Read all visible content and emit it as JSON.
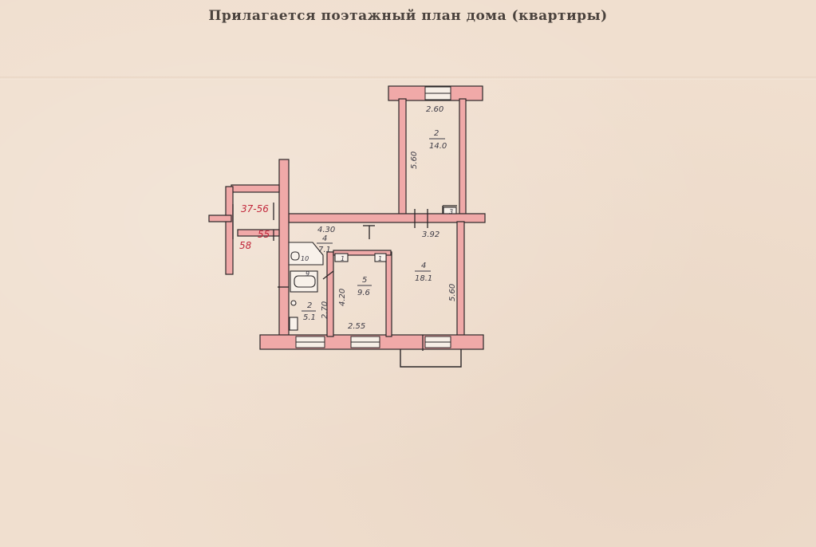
{
  "header": {
    "title": "Прилагается поэтажный план дома (квартиры)"
  },
  "plan": {
    "dimensions": {
      "room2_width": "2.60",
      "room2_length": "5.60",
      "room4_width": "3.92",
      "room4_length": "5.60",
      "hall_width": "4.30",
      "room5_length": "4.20",
      "room5_width": "2.55",
      "kitchen_length": "2.70"
    },
    "rooms": [
      {
        "number": "2",
        "area": "14.0"
      },
      {
        "number": "4",
        "area": "18.1"
      },
      {
        "number": "5",
        "area": "9.6"
      },
      {
        "number": "4",
        "area": "7.1"
      },
      {
        "number": "2",
        "area": "5.1"
      }
    ],
    "small_labels": {
      "storage": "3",
      "wc": "10",
      "bath": "9",
      "closet_a": "1",
      "closet_b": "1"
    },
    "stamps": {
      "top": "37-56",
      "mid": "55",
      "bottom": "58"
    },
    "colors": {
      "wall": "#f0a9a8",
      "line": "#2b2728",
      "stamp": "#c2283c"
    }
  }
}
